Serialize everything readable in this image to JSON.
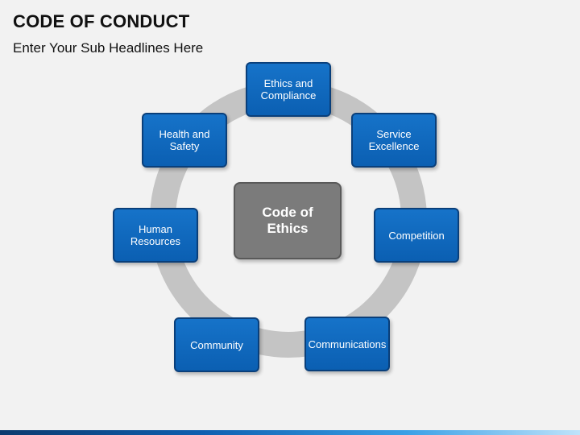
{
  "header": {
    "title": "CODE OF CONDUCT",
    "subtitle": "Enter Your Sub Headlines Here"
  },
  "diagram": {
    "center": "Code of\nEthics",
    "nodes": [
      "Ethics and\nCompliance",
      "Service\nExcellence",
      "Competition",
      "Communications",
      "Community",
      "Human\nResources",
      "Health and\nSafety"
    ]
  },
  "colors": {
    "node_fill": "#0b63b8",
    "node_border": "#0a3f7a",
    "center_fill": "#7b7b7b",
    "ring": "#c4c4c4",
    "background": "#f2f2f2"
  }
}
